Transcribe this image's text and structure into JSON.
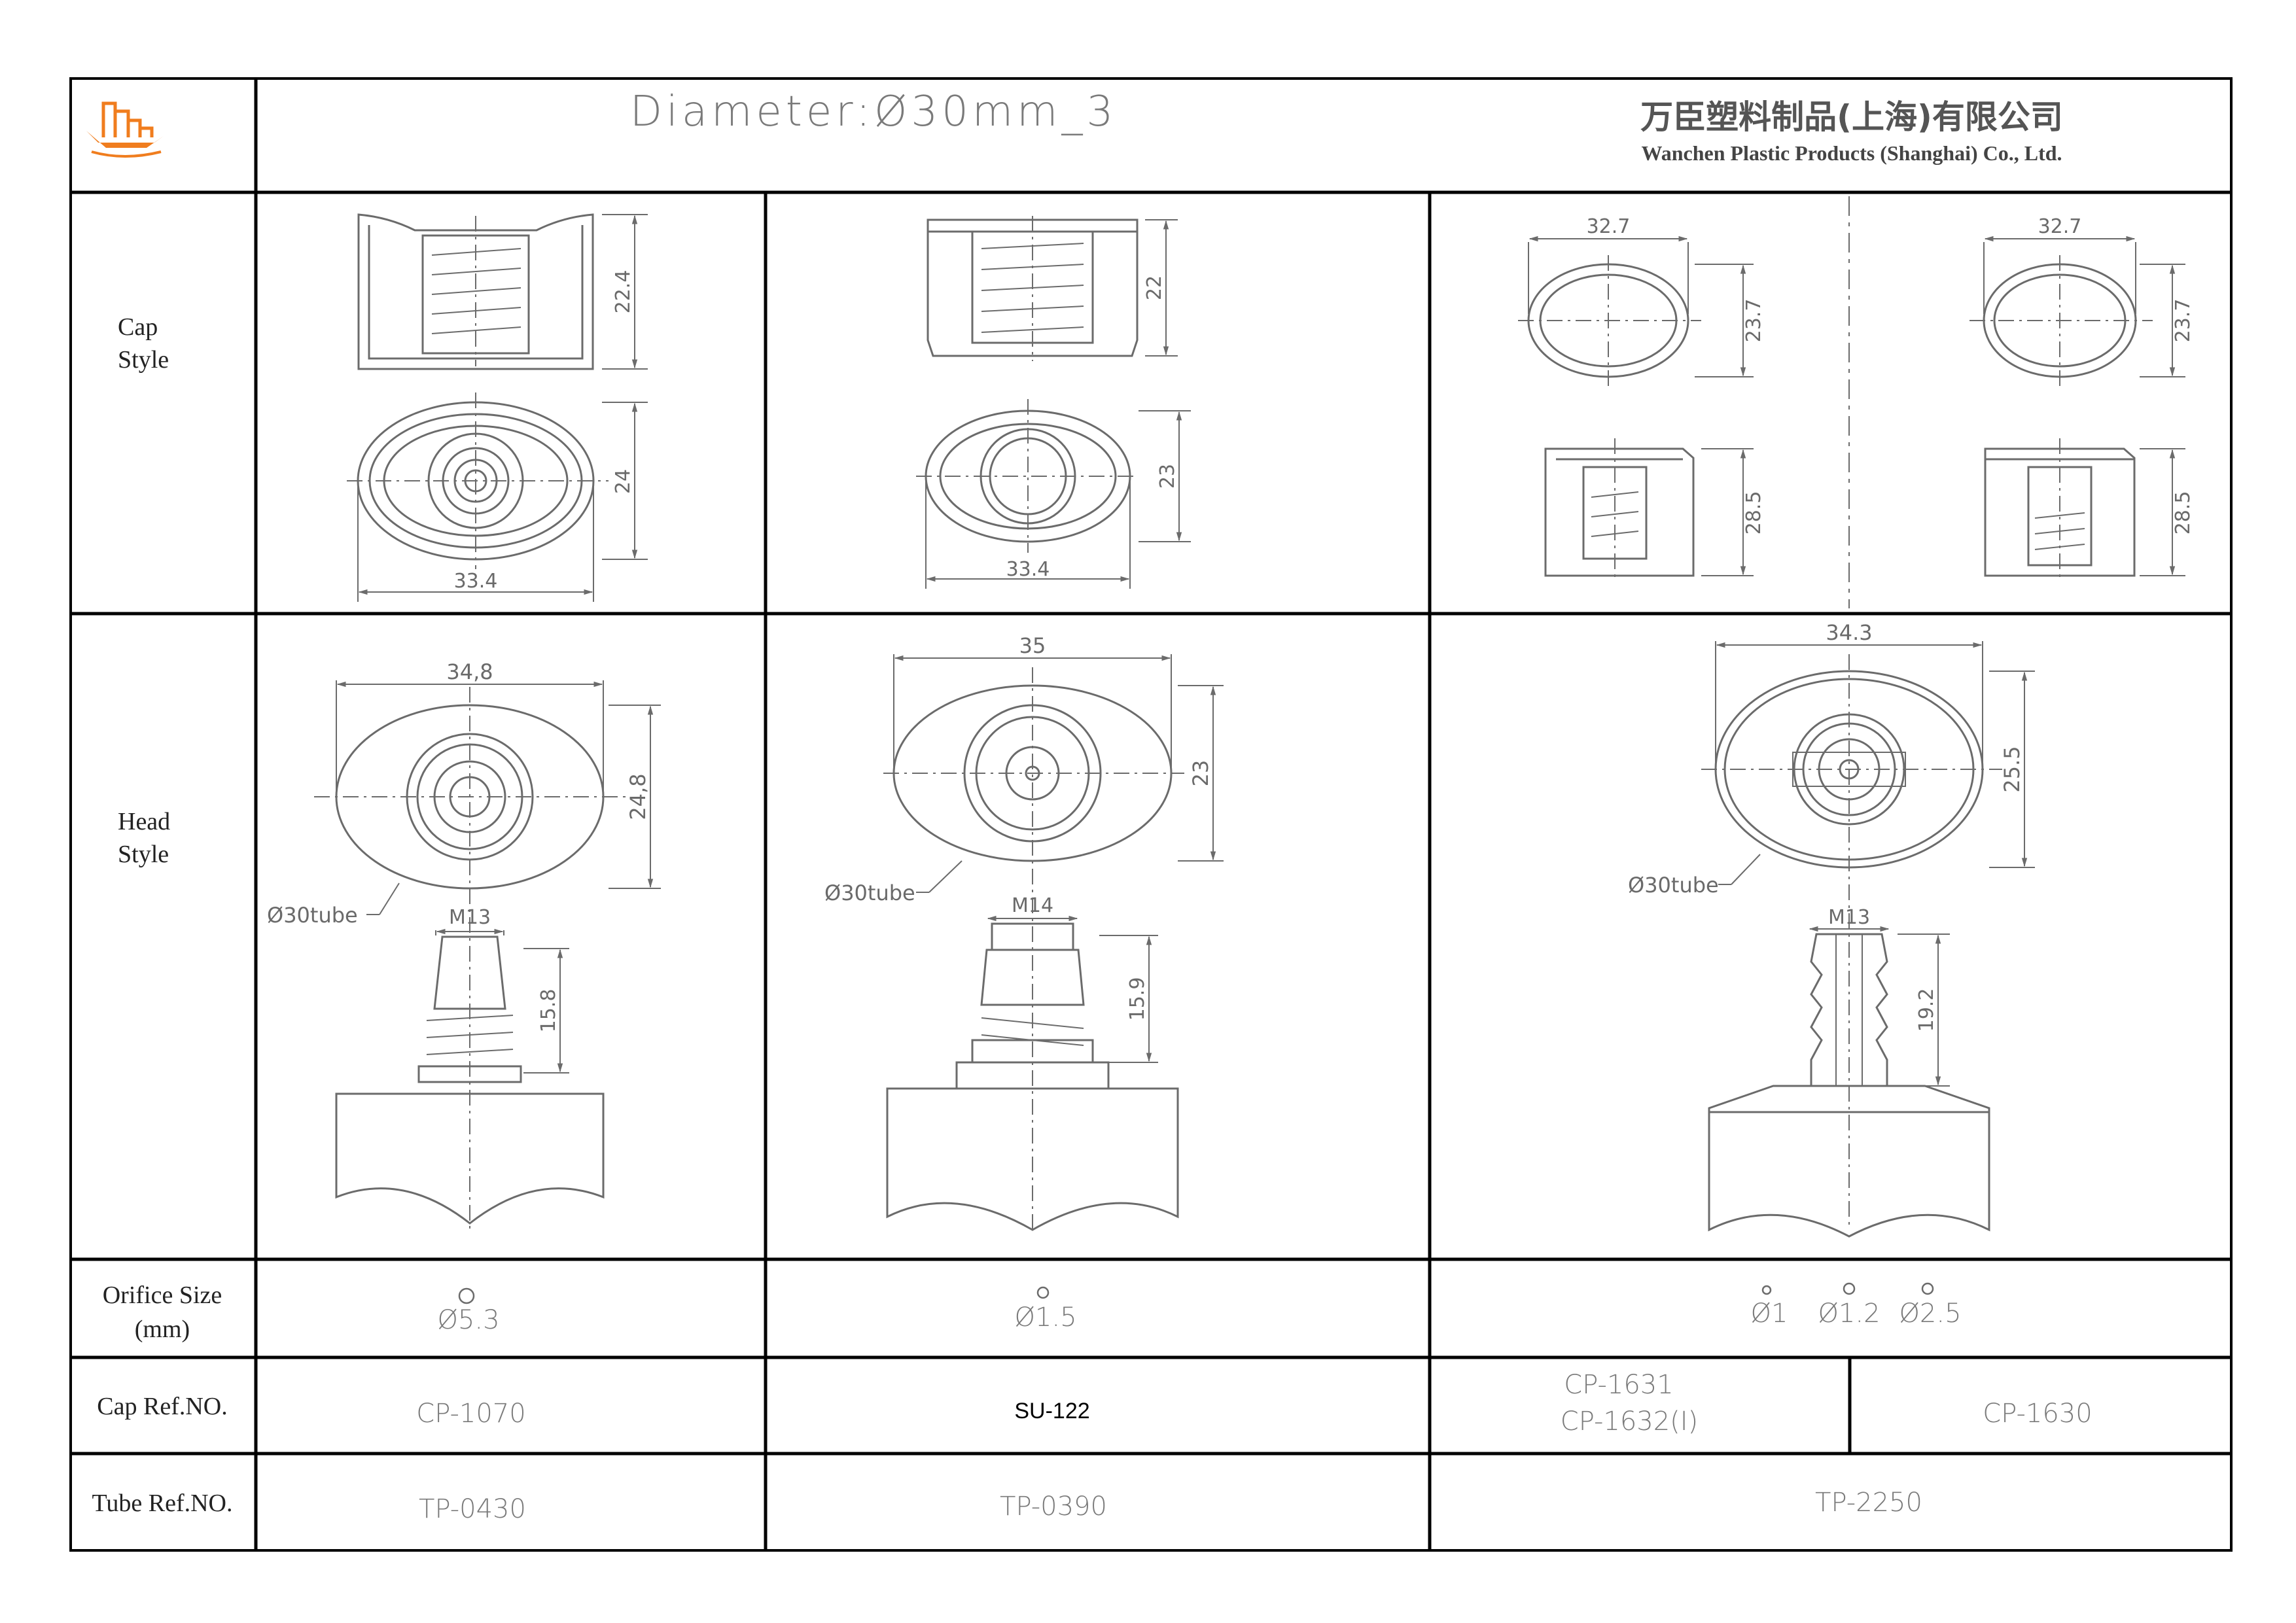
{
  "header": {
    "title": "Diameter:Ø30mm_3",
    "company_cn": "万臣塑料制品(上海)有限公司",
    "company_en": "Wanchen Plastic Products (Shanghai) Co., Ltd."
  },
  "row_labels": {
    "cap_style_1": "Cap",
    "cap_style_2": "Style",
    "head_style_1": "Head",
    "head_style_2": "Style",
    "orifice_1": "Orifice Size",
    "orifice_2": "(mm)",
    "cap_ref": "Cap Ref.NO.",
    "tube_ref": "Tube Ref.NO."
  },
  "dims": {
    "c1_cap_h": "22.4",
    "c1_top_h": "24",
    "c1_top_w": "33.4",
    "c2_cap_h": "22",
    "c2_top_h": "23",
    "c2_top_w": "33.4",
    "c3a_w": "32.7",
    "c3a_h": "23.7",
    "c3a_cap_h": "28.5",
    "c3b_w": "32.7",
    "c3b_h": "23.7",
    "c3b_cap_h": "28.5",
    "h1_w": "34,8",
    "h1_h": "24,8",
    "h1_tube": "Ø30tube",
    "h1_thread": "M13",
    "h1_neck": "15.8",
    "h2_w": "35",
    "h2_h": "23",
    "h2_tube": "Ø30tube",
    "h2_thread": "M14",
    "h2_neck": "15.9",
    "h3_w": "34.3",
    "h3_h": "25.5",
    "h3_tube": "Ø30tube",
    "h3_thread": "M13",
    "h3_neck": "19.2"
  },
  "orifice": {
    "c1": "Ø5.3",
    "c2": "Ø1.5",
    "c3a": "Ø1",
    "c3b": "Ø1.2",
    "c3c": "Ø2.5"
  },
  "cap_ref": {
    "c1": "CP-1070",
    "c2": "SU-122",
    "c3a_1": "CP-1631",
    "c3a_2": "CP-1632(I)",
    "c3b": "CP-1630"
  },
  "tube_ref": {
    "c1": "TP-0430",
    "c2": "TP-0390",
    "c3": "TP-2250"
  },
  "colors": {
    "line": "#6b6b6b",
    "border": "#000000",
    "logo": "#f07d1e"
  }
}
